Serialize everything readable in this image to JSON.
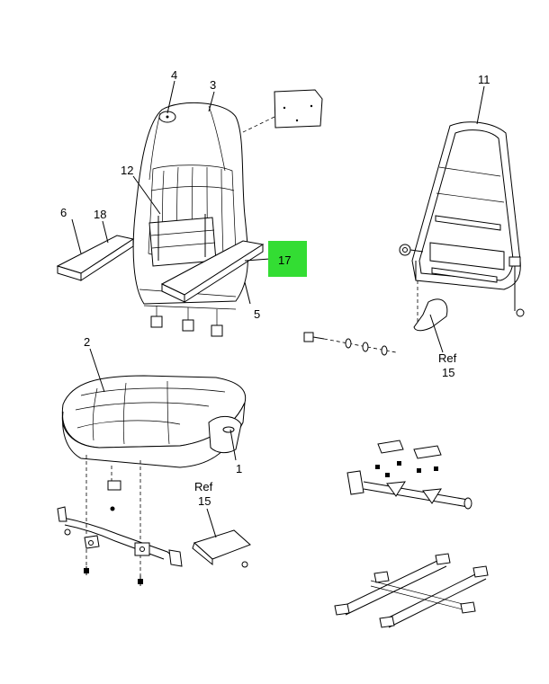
{
  "labels": {
    "l1": "1",
    "l2": "2",
    "l3": "3",
    "l4": "4",
    "l5": "5",
    "l6": "6",
    "l11": "11",
    "l12": "12",
    "l17": "17",
    "l18": "18",
    "ref_a": "Ref",
    "ref_a_num": "15",
    "ref_b": "Ref",
    "ref_b_num": "15"
  },
  "highlight": {
    "part": "17",
    "color": "#33dd33"
  }
}
